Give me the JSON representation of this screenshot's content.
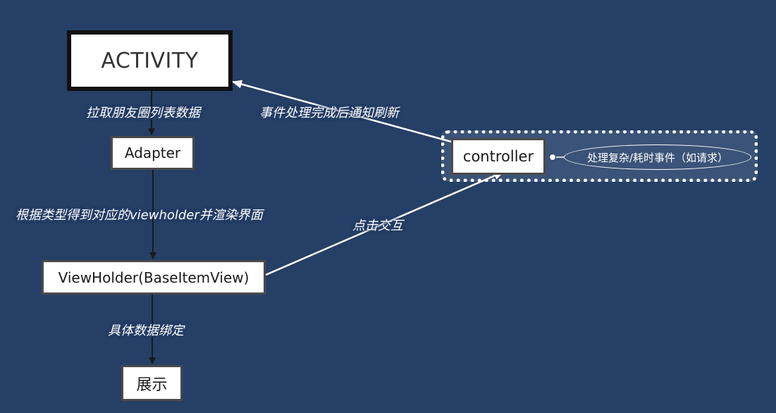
{
  "nodes": {
    "activity": "ACTIVITY",
    "adapter": "Adapter",
    "viewholder": "ViewHolder(BaseItemView)",
    "show": "展示",
    "controller": "controller",
    "controller_task": "处理复杂/耗时事件（如请求）"
  },
  "edges": {
    "activity_to_adapter": "拉取朋友圈列表数据",
    "adapter_to_viewholder": "根据类型得到对应的viewholder并渲染界面",
    "viewholder_to_show": "具体数据绑定",
    "viewholder_to_controller": "点击交互",
    "controller_to_activity": "事件处理完成后通知刷新"
  },
  "colors": {
    "background": "#263f66",
    "node_fill": "#ffffff",
    "arrow_dark": "#1a1a1a",
    "arrow_light": "#ffffff",
    "group_fill": "#3b5378"
  }
}
